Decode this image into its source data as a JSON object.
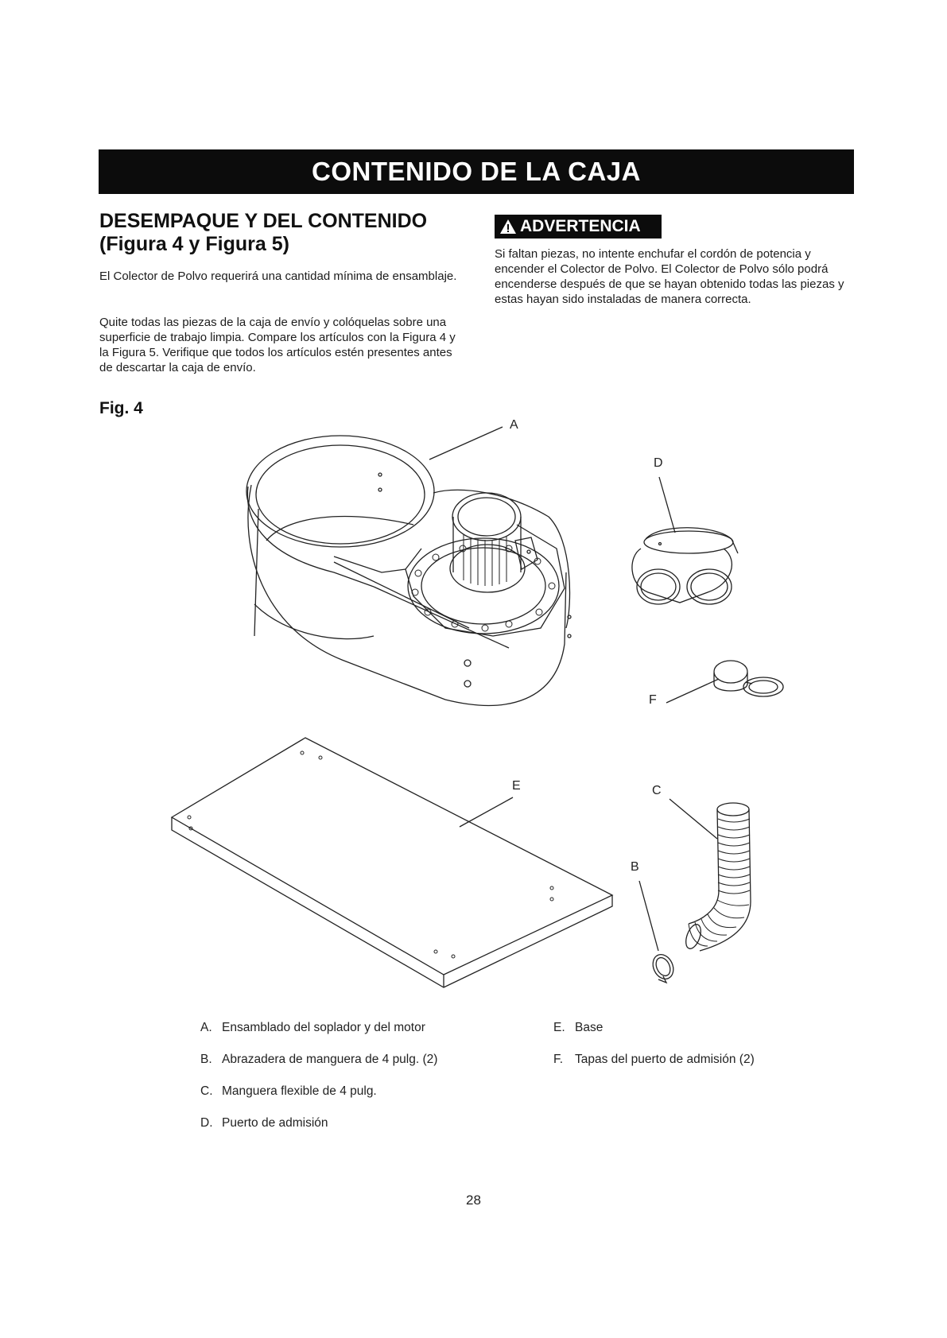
{
  "banner": {
    "title": "CONTENIDO DE LA CAJA"
  },
  "section": {
    "heading_line1": "DESEMPAQUE Y DEL CONTENIDO",
    "heading_line2": "(Figura 4 y Figura 5)",
    "para1": "El Colector de Polvo requerirá una cantidad mínima de ensamblaje.",
    "para2": "Quite todas las piezas de la caja de envío y colóquelas sobre una superficie de trabajo limpia. Compare los artículos con la Figura 4 y la Figura 5. Verifique que todos los artículos estén presentes antes de descartar la caja de envío."
  },
  "warning": {
    "label": "ADVERTENCIA",
    "icon": "warning-triangle-icon",
    "text": "Si faltan piezas, no intente enchufar el cordón de potencia y encender el Colector de Polvo. El Colector de Polvo sólo podrá encenderse después de que se hayan obtenido todas las piezas y estas hayan sido instaladas de manera correcta."
  },
  "figure": {
    "label": "Fig. 4",
    "callouts": {
      "a": "A",
      "b": "B",
      "c": "C",
      "d": "D",
      "e": "E",
      "f": "F"
    }
  },
  "legend": [
    {
      "letter": "A.",
      "text": "Ensamblado del soplador y del motor"
    },
    {
      "letter": "B.",
      "text": "Abrazadera de manguera de 4 pulg. (2)"
    },
    {
      "letter": "C.",
      "text": "Manguera flexible de 4 pulg."
    },
    {
      "letter": "D.",
      "text": "Puerto de admisión"
    },
    {
      "letter": "E.",
      "text": "Base"
    },
    {
      "letter": "F.",
      "text": "Tapas del puerto de admisión (2)"
    }
  ],
  "page_number": "28"
}
